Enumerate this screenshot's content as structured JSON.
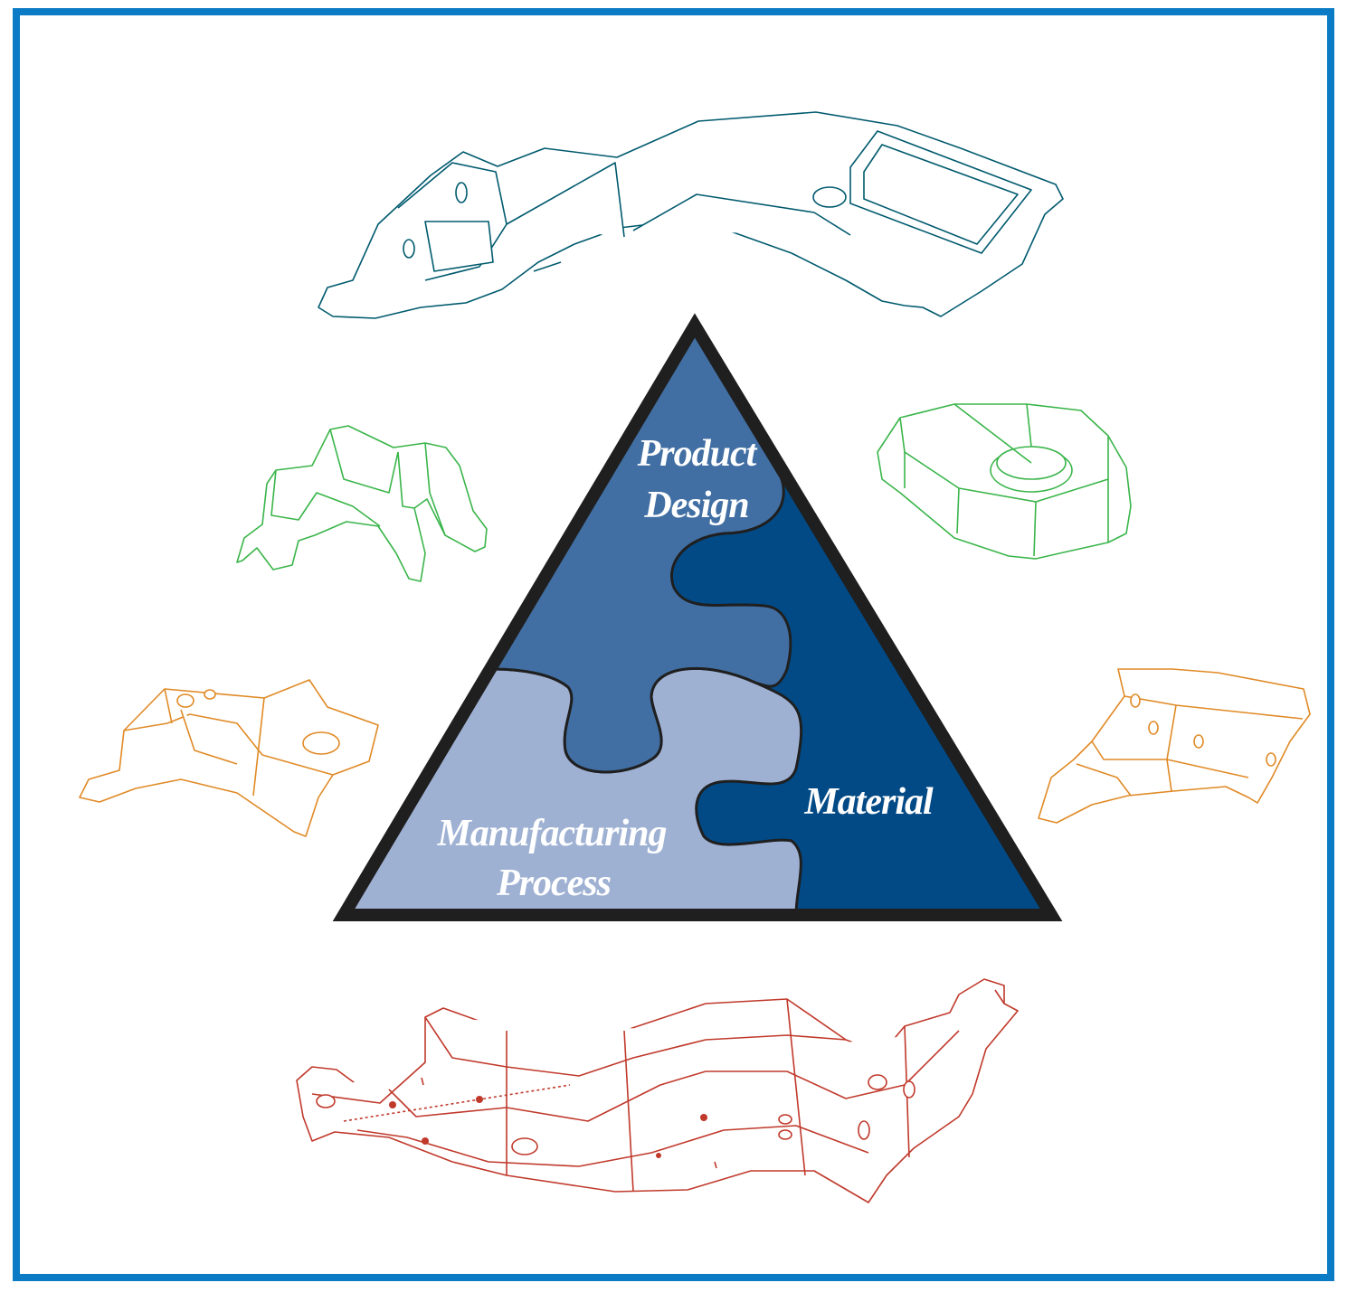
{
  "labels": {
    "product_line1": "Product",
    "product_line2": "Design",
    "material": "Material",
    "manufacturing_line1": "Manufacturing",
    "manufacturing_line2": "Process"
  },
  "colors": {
    "frame": "#0a7bc4",
    "product_design": "#426fa3",
    "material": "#024a86",
    "manufacturing": "#9fb1d3",
    "triangle_border": "#1f1f1f",
    "part_teal": "#005a6e",
    "part_green": "#3ab54a",
    "part_orange": "#e08a26",
    "part_red": "#c0392b"
  },
  "parts": [
    "teal-rail-part",
    "green-bracket-left",
    "green-housing-right",
    "orange-bracket-left",
    "orange-bracket-right",
    "red-frame-rail"
  ]
}
